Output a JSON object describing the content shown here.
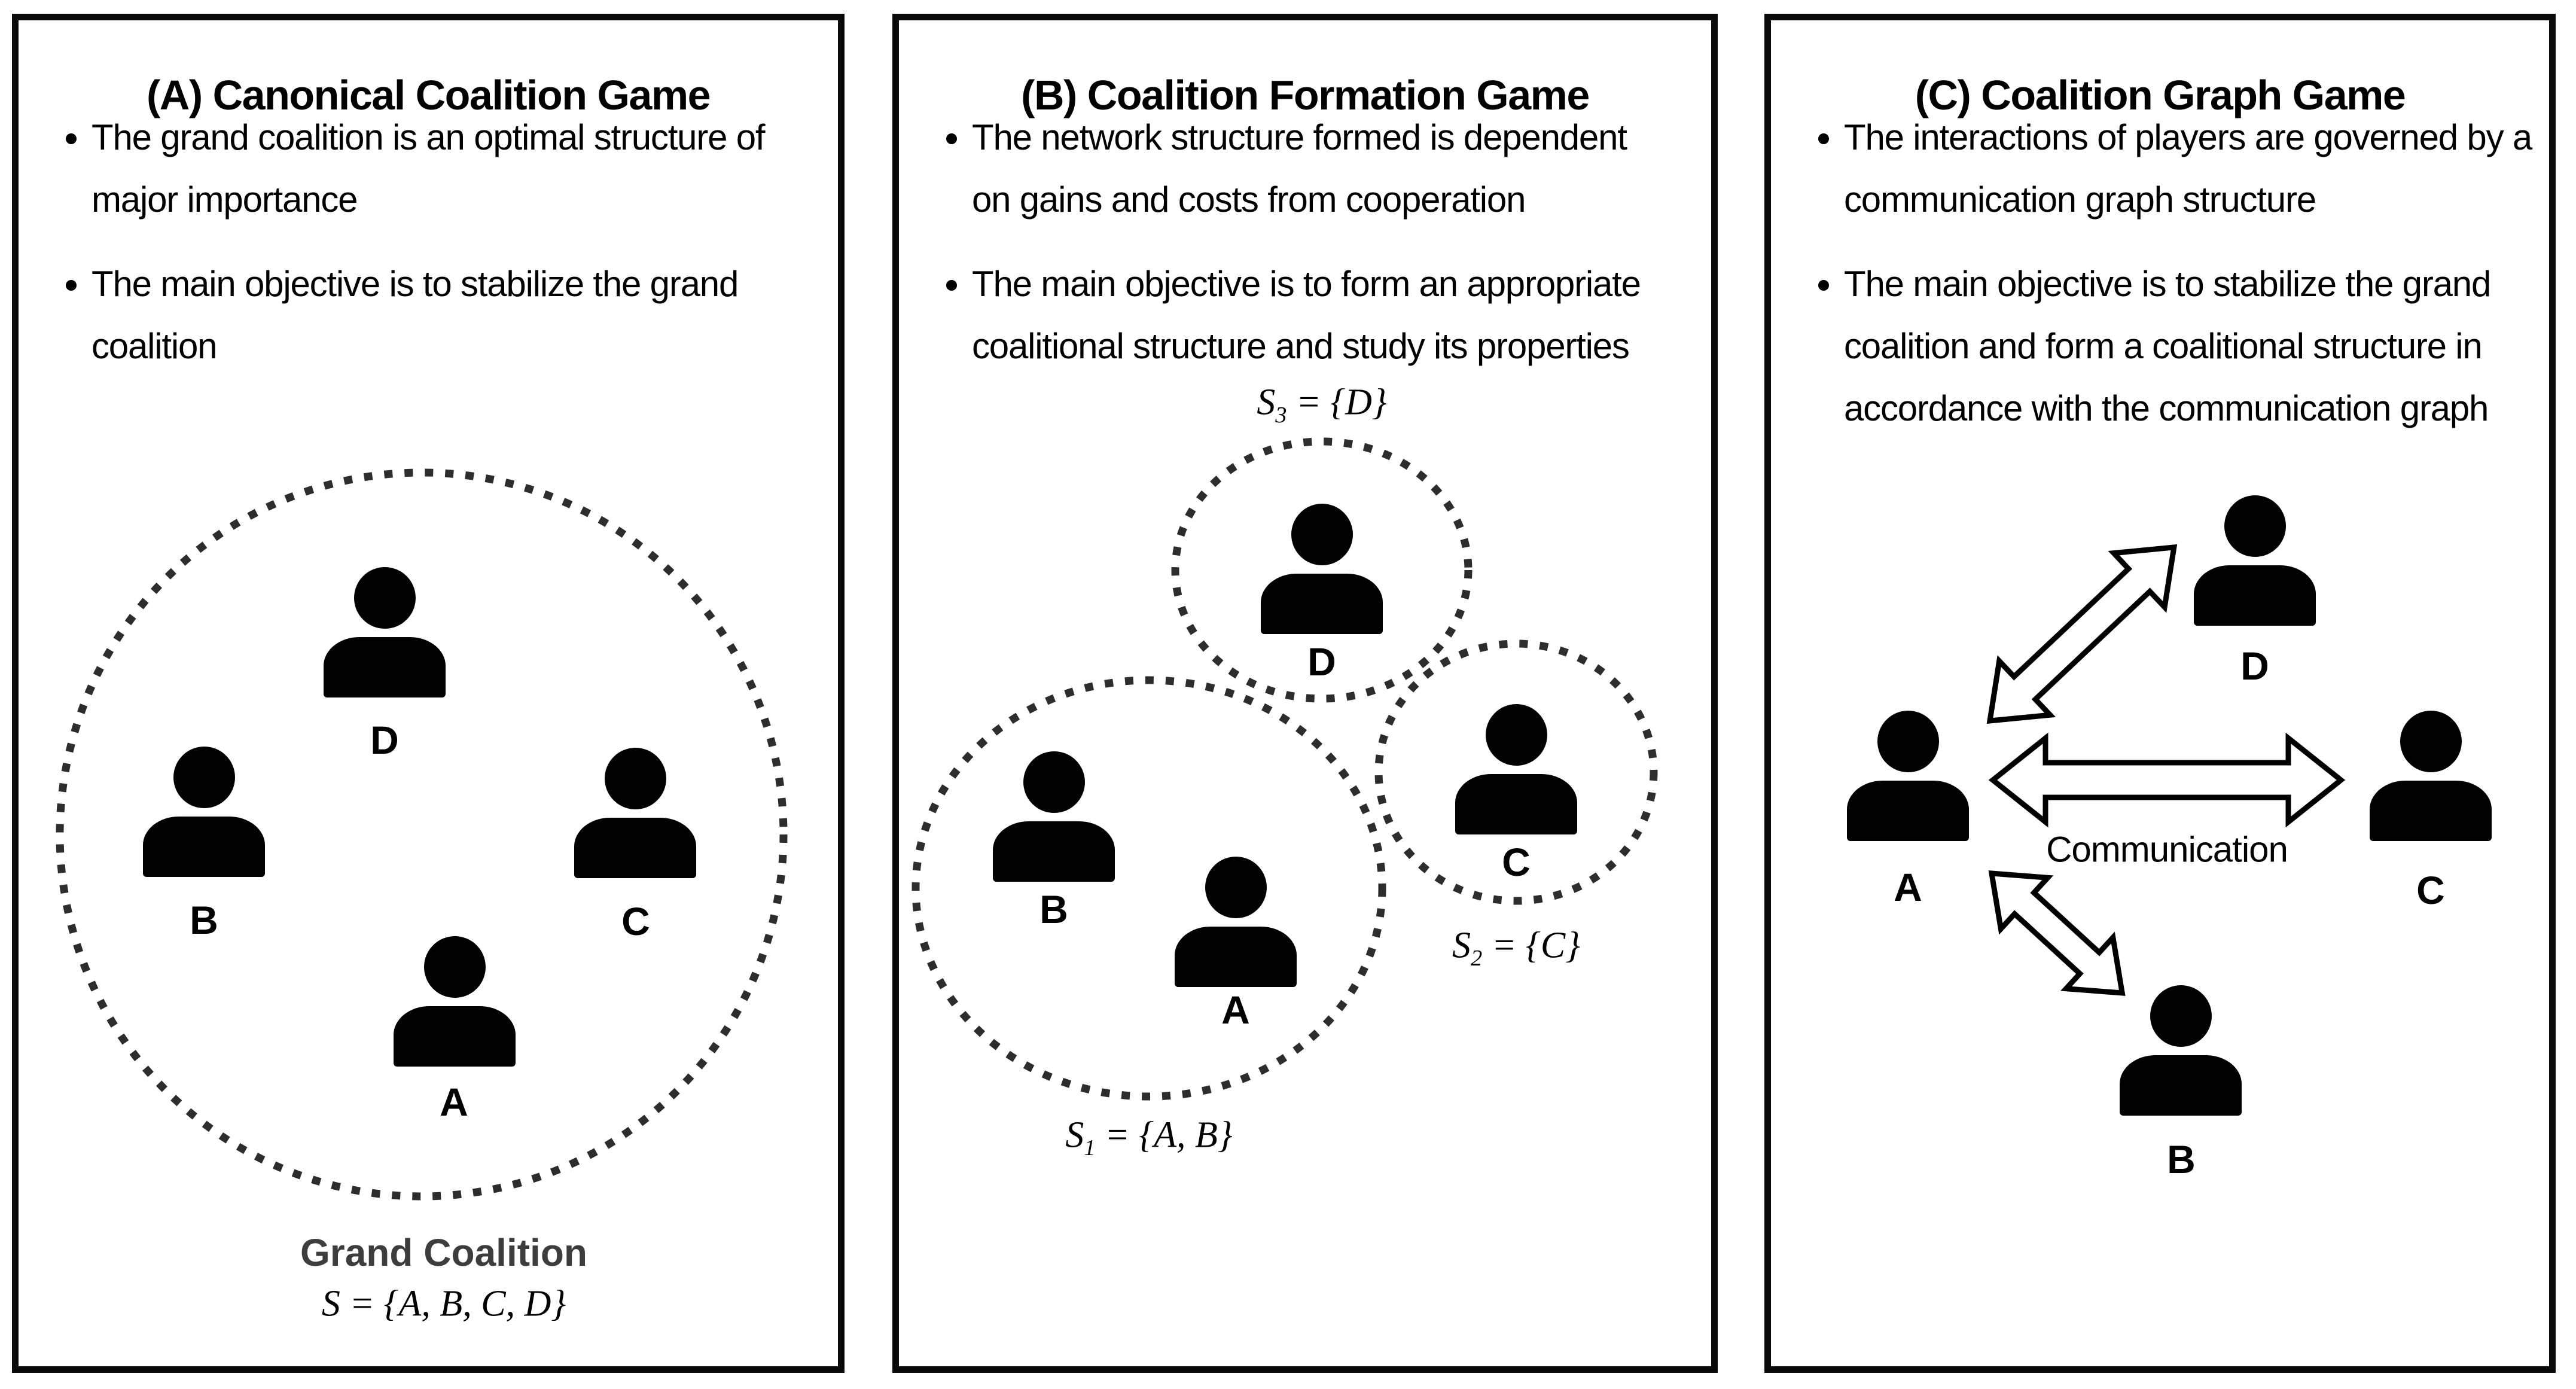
{
  "colors": {
    "ink": "#000000",
    "caption_gray": "#3d3d3d",
    "dotted_circle": "#2d2d2d",
    "arrow_fill": "#ffffff"
  },
  "panel_a": {
    "title": "(A) Canonical Coalition Game",
    "bullet1_line1": "The grand coalition is an optimal structure of",
    "bullet1_line2": "major importance",
    "bullet2_line1": "The main objective is to stabilize the grand",
    "bullet2_line2": "coalition",
    "person_d": "D",
    "person_b": "B",
    "person_c": "C",
    "person_a": "A",
    "caption": "Grand Coalition",
    "set_base": "S",
    "set_rest": " = {A, B, C, D}"
  },
  "panel_b": {
    "title": "(B) Coalition Formation Game",
    "bullet1_line1": "The network structure formed is dependent",
    "bullet1_line2": "on gains and costs from cooperation",
    "bullet2_line1": "The main objective is to form an appropriate",
    "bullet2_line2": "coalitional structure and study its properties",
    "person_d": "D",
    "person_c": "C",
    "person_b": "B",
    "person_a": "A",
    "s3_base": "S",
    "s3_sub": "3",
    "s3_rest": " = {D}",
    "s2_base": "S",
    "s2_sub": "2",
    "s2_rest": " = {C}",
    "s1_base": "S",
    "s1_sub": "1",
    "s1_rest": " = {A, B}"
  },
  "panel_c": {
    "title": "(C) Coalition Graph Game",
    "bullet1_line1": "The interactions of players are governed by a",
    "bullet1_line2": "communication graph structure",
    "bullet2_line1": "The main objective is to stabilize the grand",
    "bullet2_line2": "coalition and form a coalitional structure in",
    "bullet2_line3": "accordance with the communication graph",
    "person_a": "A",
    "person_d": "D",
    "person_c": "C",
    "person_b": "B",
    "arrow_label": "Communication"
  }
}
